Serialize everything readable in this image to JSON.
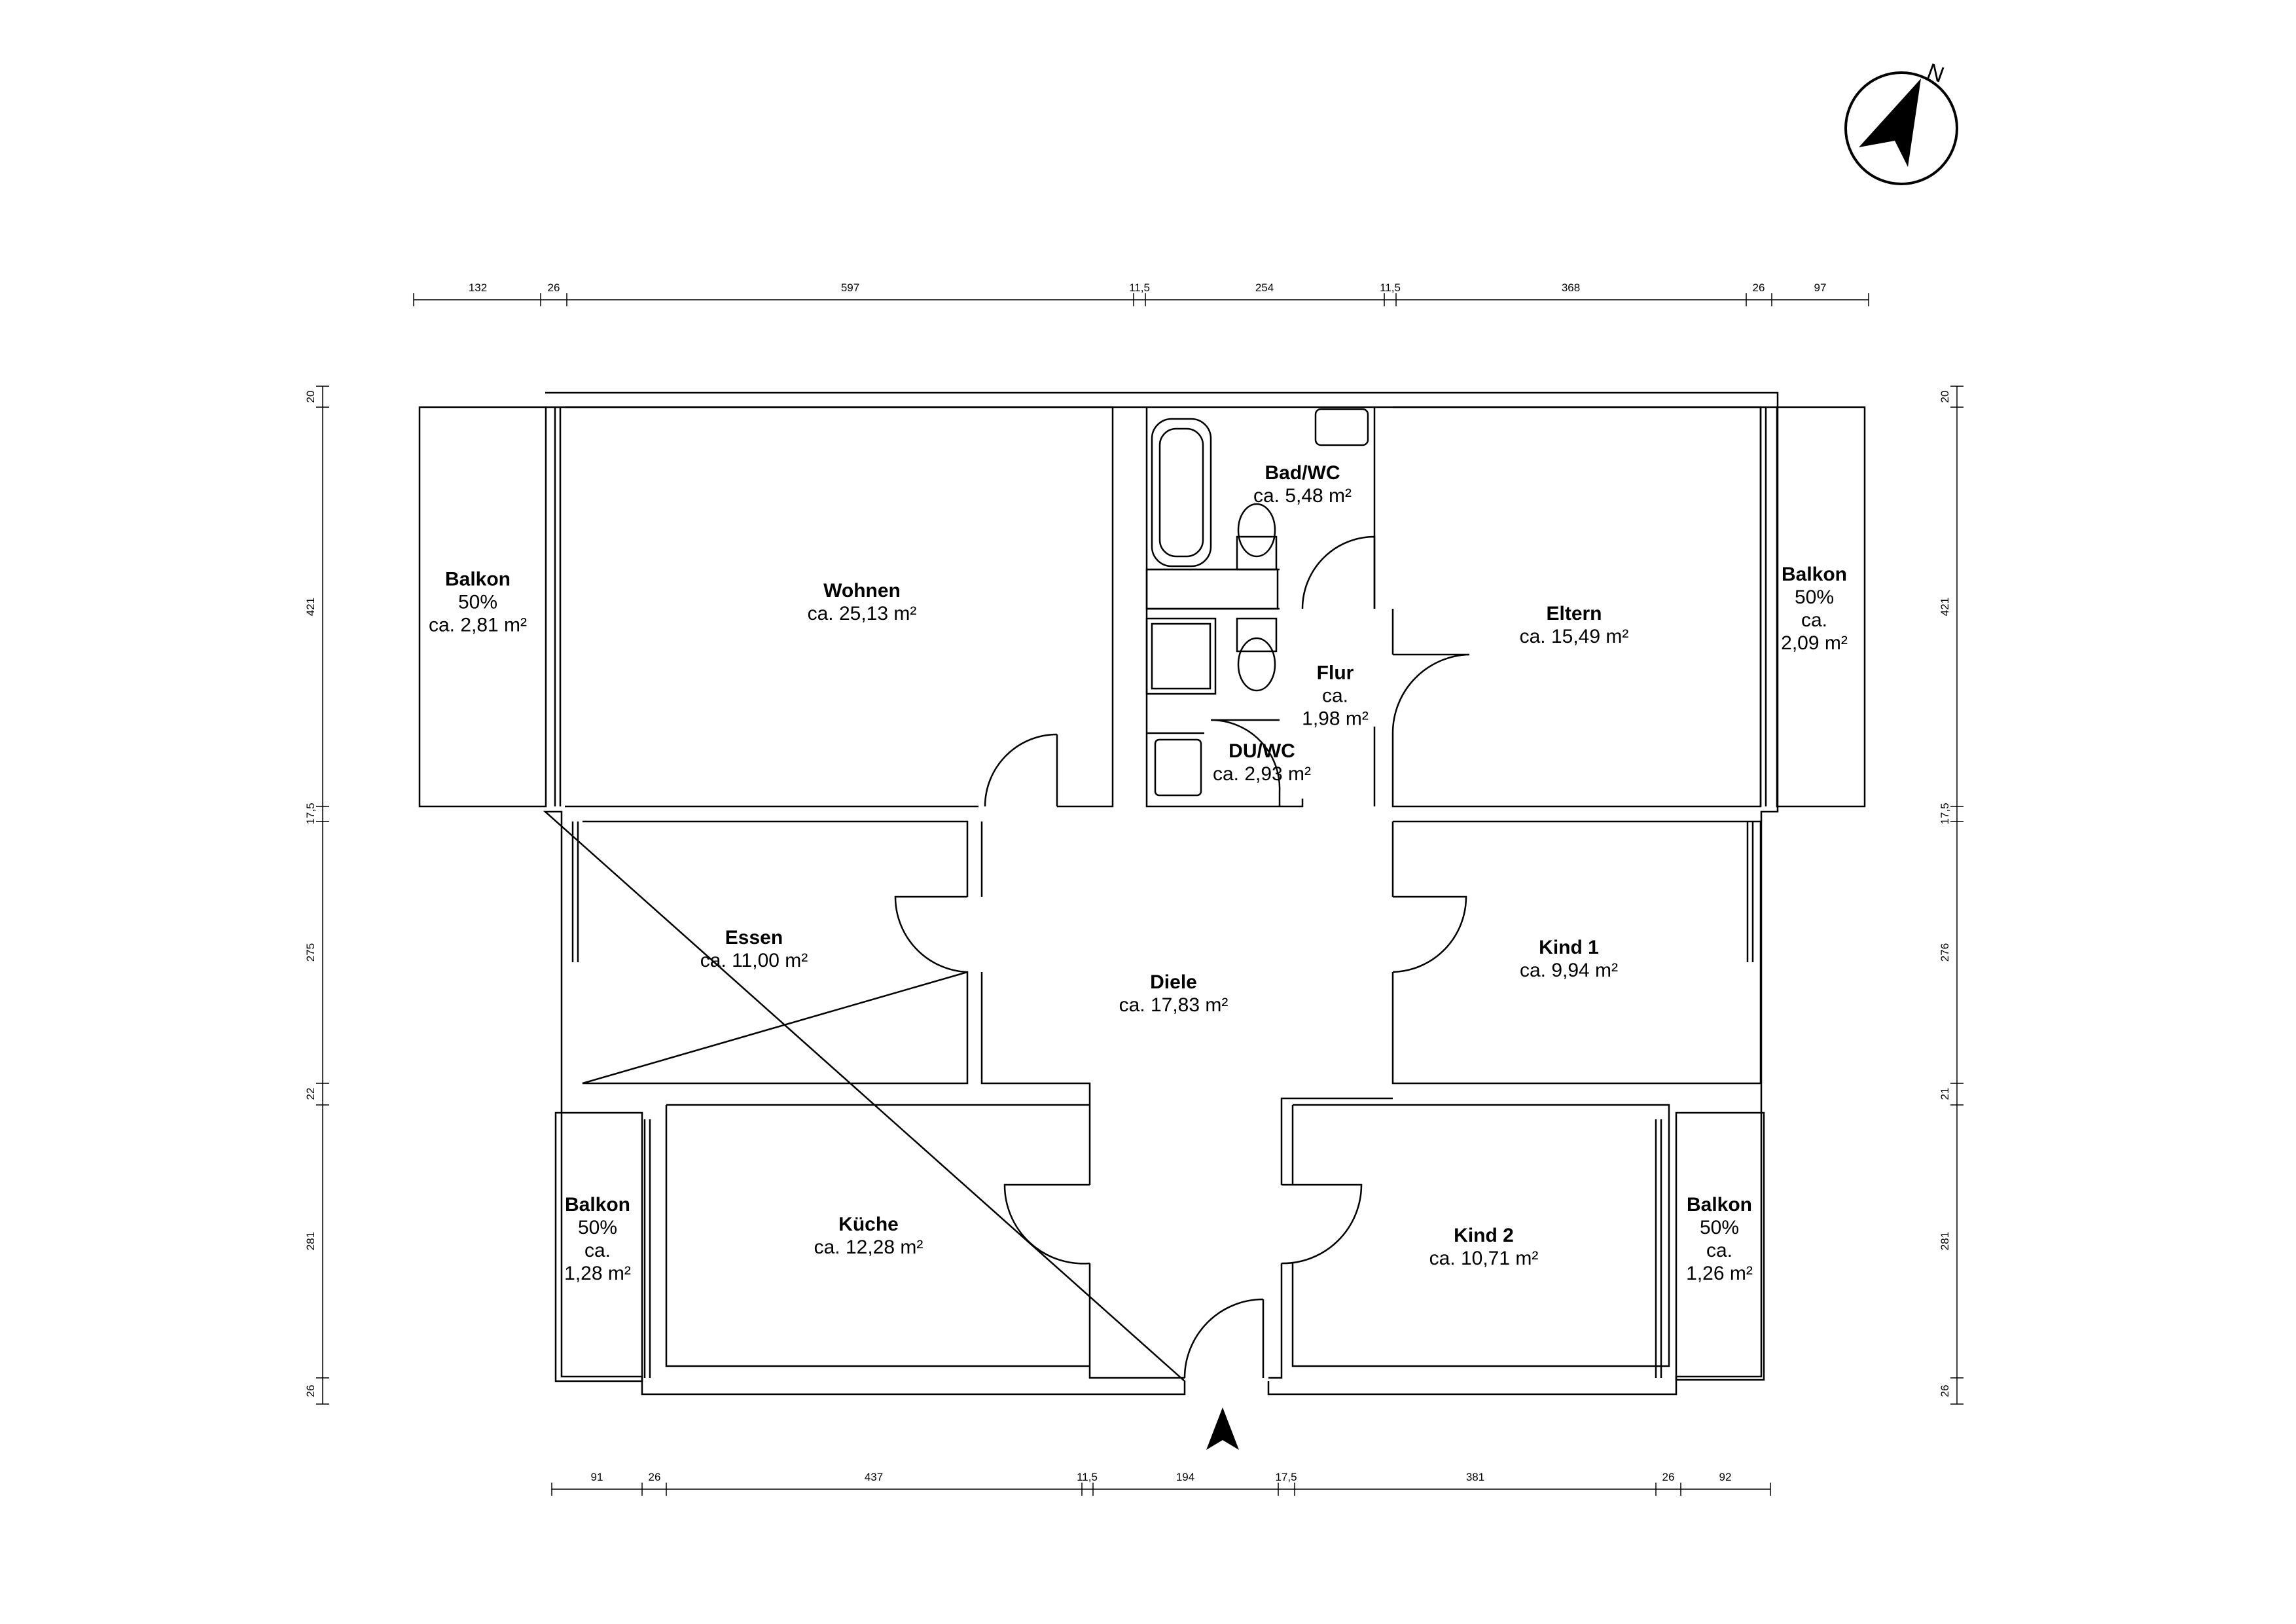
{
  "rooms": {
    "wohnen": {
      "name": "Wohnen",
      "area": "ca. 25,13 m²"
    },
    "bad": {
      "name": "Bad/WC",
      "area": "ca. 5,48 m²"
    },
    "flur": {
      "name": "Flur",
      "line1": "ca.",
      "line2": "1,98 m²"
    },
    "eltern": {
      "name": "Eltern",
      "area": "ca. 15,49 m²"
    },
    "du": {
      "name": "DU/WC",
      "area": "ca. 2,93 m²"
    },
    "essen": {
      "name": "Essen",
      "area": "ca. 11,00 m²"
    },
    "diele": {
      "name": "Diele",
      "area": "ca. 17,83 m²"
    },
    "kind1": {
      "name": "Kind 1",
      "area": "ca. 9,94 m²"
    },
    "kueche": {
      "name": "Küche",
      "area": "ca. 12,28 m²"
    },
    "kind2": {
      "name": "Kind 2",
      "area": "ca. 10,71 m²"
    },
    "balkon_left_top": {
      "name": "Balkon",
      "pct": "50%",
      "area": "ca. 2,81 m²"
    },
    "balkon_right_top": {
      "name": "Balkon",
      "pct": "50%",
      "line1": "ca.",
      "line2": "2,09 m²"
    },
    "balkon_left_bottom": {
      "name": "Balkon",
      "pct": "50%",
      "line1": "ca.",
      "line2": "1,28 m²"
    },
    "balkon_right_bottom": {
      "name": "Balkon",
      "pct": "50%",
      "line1": "ca.",
      "line2": "1,26 m²"
    }
  },
  "dims": {
    "top": [
      "132",
      "26",
      "597",
      "11,5",
      "254",
      "11,5",
      "368",
      "26",
      "97"
    ],
    "bottom": [
      "91",
      "26",
      "437",
      "11,5",
      "194",
      "17,5",
      "381",
      "26",
      "92"
    ],
    "left": [
      "20",
      "421",
      "17,5",
      "275",
      "22",
      "281",
      "26"
    ],
    "right": [
      "20",
      "421",
      "17,5",
      "276",
      "21",
      "281",
      "26"
    ]
  },
  "compass": {
    "north_label": "N"
  }
}
